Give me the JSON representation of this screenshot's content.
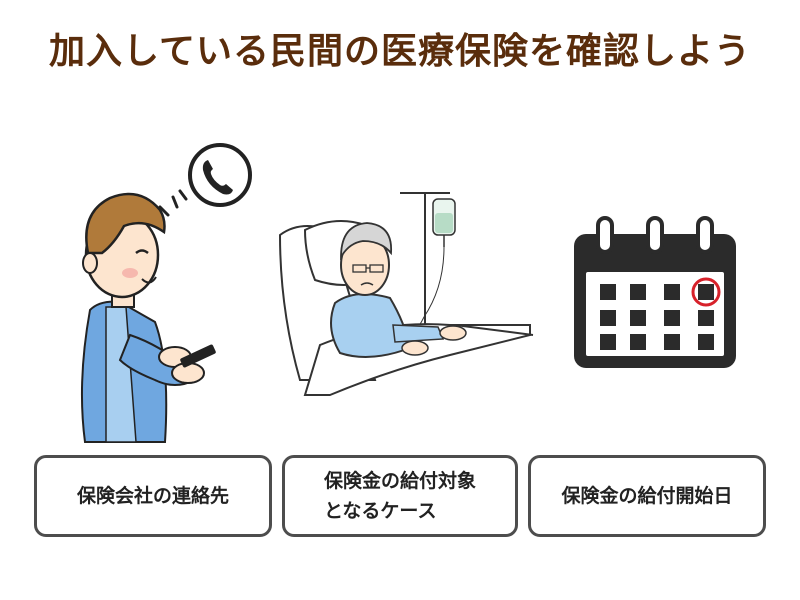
{
  "title": "加入している民間の医療保険を確認しよう",
  "colors": {
    "title": "#5a2d0c",
    "skin": "#fde5cf",
    "hair": "#b07a3a",
    "shirt": "#a8cff0",
    "jacket": "#6fa7e0",
    "patient_gown": "#a8d0f0",
    "iv_fluid": "#b7dcc6",
    "calendar": "#2b2b2b",
    "calendar_mark": "#d7212a",
    "box_border": "#4d4d4d"
  },
  "icons": {
    "phone": "phone-icon",
    "calendar": "calendar-icon"
  },
  "cards": [
    {
      "lines": [
        "保険会社の連絡先"
      ]
    },
    {
      "lines": [
        "保険金の給付対象",
        "となるケース"
      ]
    },
    {
      "lines": [
        "保険金の給付開始日"
      ]
    }
  ]
}
